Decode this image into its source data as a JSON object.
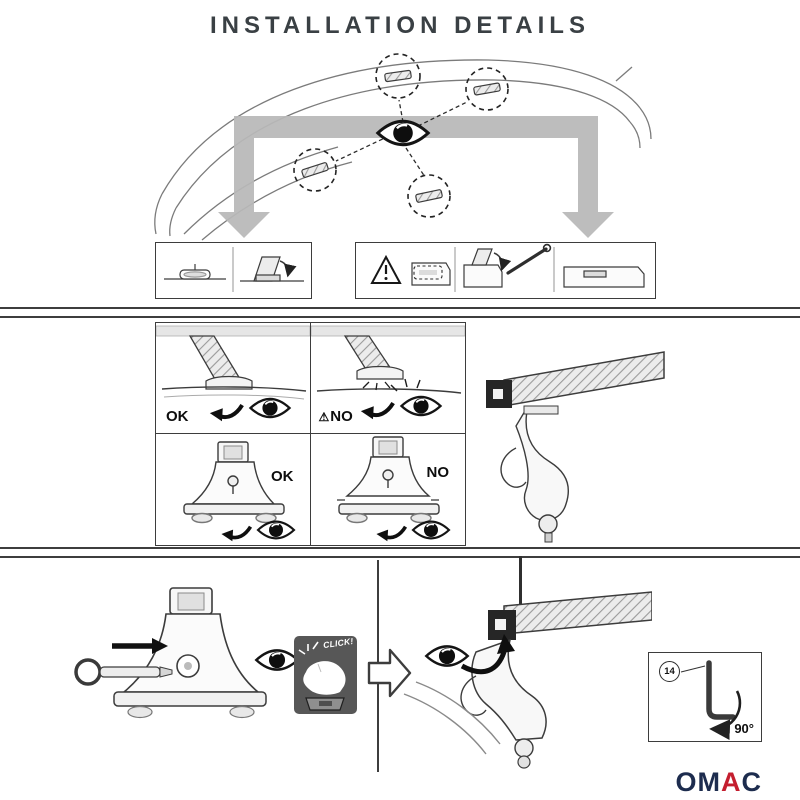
{
  "title": "INSTALLATION DETAILS",
  "compare_grid": {
    "top_left_label": "OK",
    "top_right_label": "NO",
    "bottom_left_label": "OK",
    "bottom_right_label": "NO"
  },
  "icons": {
    "warning": "⚠"
  },
  "bottom_section": {
    "click_label": "CLICK!",
    "key_size_label": "14",
    "angle_label": "90°"
  },
  "logo": {
    "letters": [
      "O",
      "M",
      "A",
      "C"
    ],
    "navy_color": "#1d2c4e",
    "red_color": "#c41e2f"
  },
  "colors": {
    "line_dark": "#3d3d3d",
    "band_gray": "#b8b8b8",
    "inset_gray": "#575757"
  }
}
